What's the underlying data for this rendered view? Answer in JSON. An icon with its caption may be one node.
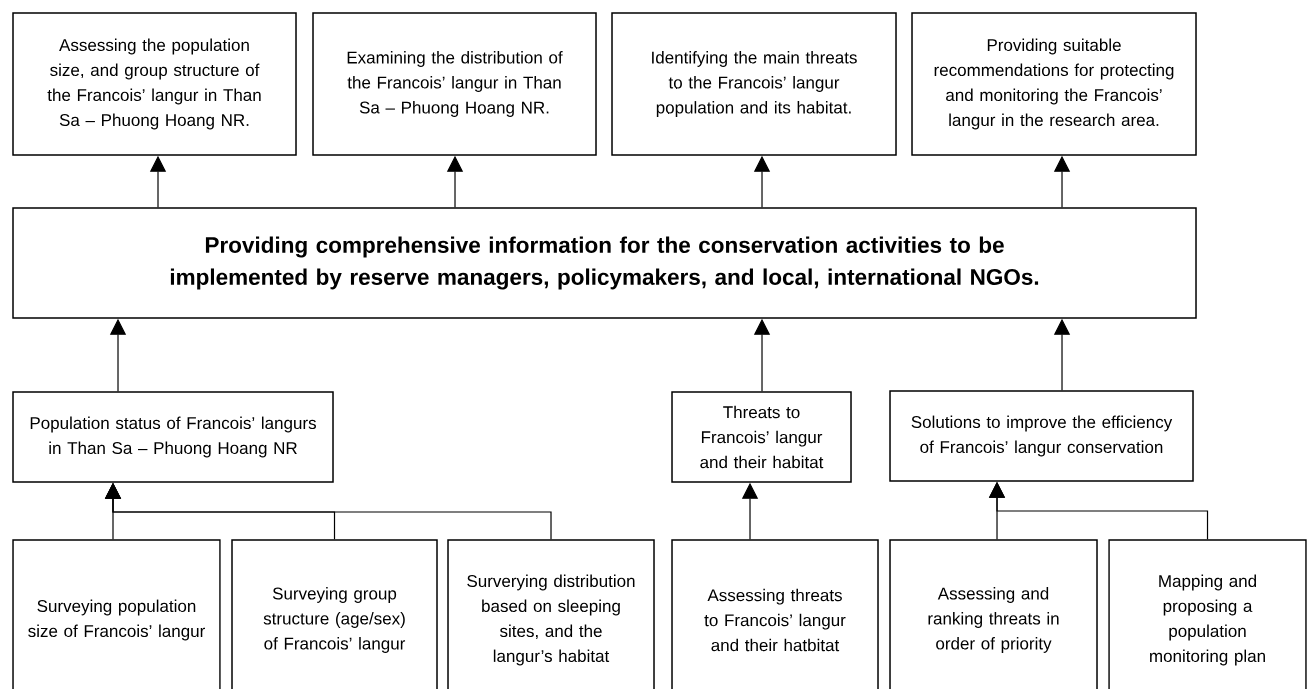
{
  "diagram": {
    "nodes": [
      {
        "text": [
          "Assessing the population size, and group structure of the Francois’ langur in Than Sa – Phuong Hoang NR."
        ]
      },
      {
        "text": [
          "Examining the distribution of the Francois’ langur in Than Sa – Phuong Hoang NR."
        ]
      },
      {
        "text": [
          "Identifying the main threats to the Francois’ langur population and its habitat."
        ]
      },
      {
        "text": [
          "Providing suitable recommendations for protecting and monitoring the Francois’ langur in the research area."
        ]
      },
      {
        "text": [
          "Providing comprehensive information for the conservation activities to be implemented by reserve managers, policymakers, and local, international NGOs."
        ]
      },
      {
        "text": [
          "Population status of Francois’ langurs in Than Sa – Phuong Hoang NR"
        ]
      },
      {
        "text": [
          "Threats to Francois’ langur and their habitat"
        ]
      },
      {
        "text": [
          "Solutions to improve the efficiency of Francois’ langur conservation"
        ]
      },
      {
        "text": [
          "Surveying population size of Francois’ langur"
        ]
      },
      {
        "text": [
          "Surveying group structure (age/sex) of Francois’ langur"
        ]
      },
      {
        "text": [
          "Surverying distribution based on sleeping sites, and the langur’s habitat"
        ]
      },
      {
        "text": [
          "Assessing threats to Francois’ langur and their hatbitat"
        ]
      },
      {
        "text": [
          "Assessing and ranking threats in order of priority"
        ]
      },
      {
        "text": [
          "Mapping and proposing a population monitoring plan"
        ]
      }
    ],
    "edges": [
      {
        "from": 4,
        "to": 0,
        "arrow": "to"
      },
      {
        "from": 4,
        "to": 1,
        "arrow": "to"
      },
      {
        "from": 4,
        "to": 2,
        "arrow": "to"
      },
      {
        "from": 4,
        "to": 3,
        "arrow": "to"
      },
      {
        "from": 5,
        "to": 4,
        "arrow": "to"
      },
      {
        "from": 6,
        "to": 4,
        "arrow": "to"
      },
      {
        "from": 7,
        "to": 4,
        "arrow": "to"
      },
      {
        "from": 8,
        "to": 5,
        "arrow": "to"
      },
      {
        "from": 9,
        "to": 5,
        "arrow": "to"
      },
      {
        "from": 10,
        "to": 5,
        "arrow": "to"
      },
      {
        "from": 11,
        "to": 6,
        "arrow": "to"
      },
      {
        "from": 12,
        "to": 7,
        "arrow": "to"
      },
      {
        "from": 13,
        "to": 7,
        "arrow": "to"
      }
    ]
  }
}
